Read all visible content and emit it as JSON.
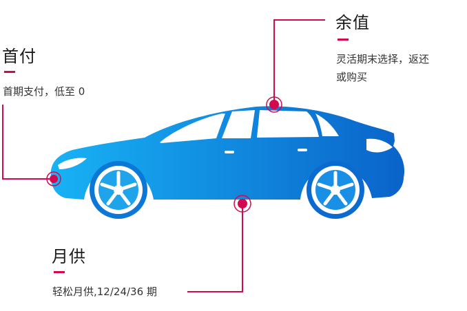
{
  "features": {
    "down_payment": {
      "title": "首付",
      "desc": "首期支付，低至 0"
    },
    "residual": {
      "title": "余值",
      "desc_line1": "灵活期末选择，返还",
      "desc_line2": "或购买"
    },
    "monthly": {
      "title": "月供",
      "desc": "轻松月供,12/24/36 期"
    }
  },
  "colors": {
    "accent": "#d4084f",
    "car_light": "#1aa6ef",
    "car_dark": "#0a63c9"
  },
  "icons": [
    "car-illustration"
  ]
}
